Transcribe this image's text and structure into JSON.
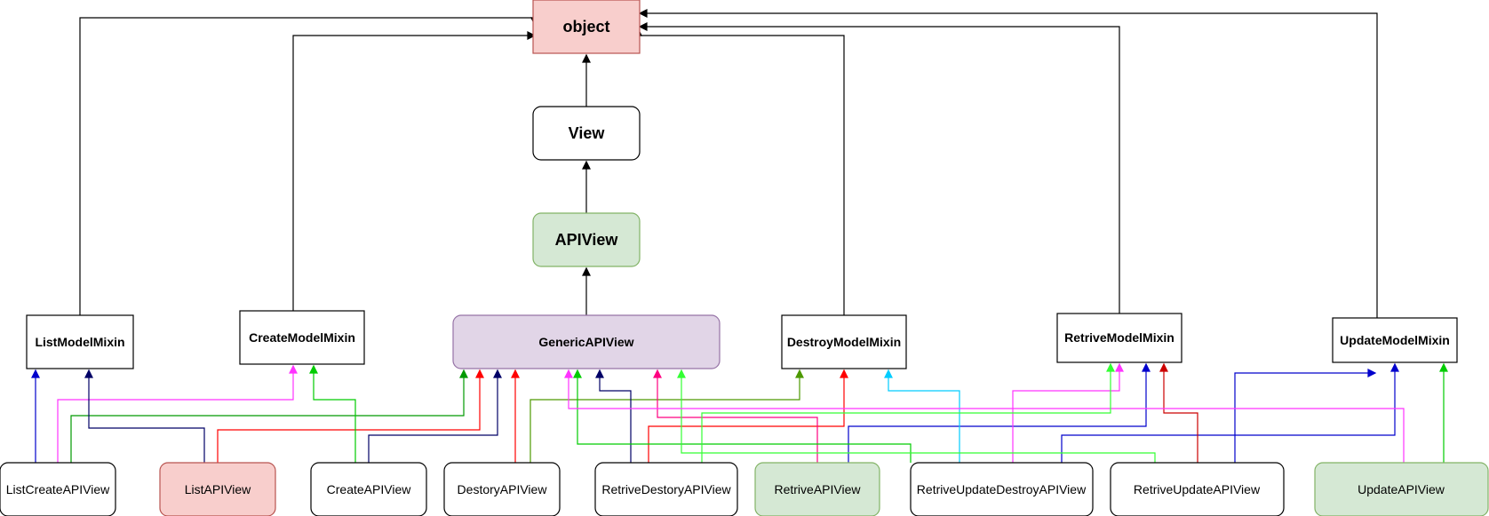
{
  "nodes": {
    "object": {
      "label": "object",
      "fill": "#f8cecc",
      "stroke": "#b85450"
    },
    "view": {
      "label": "View",
      "fill": "#ffffff",
      "stroke": "#000000"
    },
    "apiview": {
      "label": "APIView",
      "fill": "#d5e8d4",
      "stroke": "#82b366"
    },
    "genericapiview": {
      "label": "GenericAPIView",
      "fill": "#e1d5e7",
      "stroke": "#9673a6"
    },
    "listmodelmixin": {
      "label": "ListModelMixin",
      "fill": "#ffffff",
      "stroke": "#000000"
    },
    "createmodelmixin": {
      "label": "CreateModelMixin",
      "fill": "#ffffff",
      "stroke": "#000000"
    },
    "destroymodelmixin": {
      "label": "DestroyModelMixin",
      "fill": "#ffffff",
      "stroke": "#000000"
    },
    "retrivemodelmixin": {
      "label": "RetriveModelMixin",
      "fill": "#ffffff",
      "stroke": "#000000"
    },
    "updatemodelmixin": {
      "label": "UpdateModelMixin",
      "fill": "#ffffff",
      "stroke": "#000000"
    },
    "listcreateapiview": {
      "label": "ListCreateAPIView",
      "fill": "#ffffff",
      "stroke": "#000000"
    },
    "listapiview": {
      "label": "ListAPIView",
      "fill": "#f8cecc",
      "stroke": "#b85450"
    },
    "createapiview": {
      "label": "CreateAPIView",
      "fill": "#ffffff",
      "stroke": "#000000"
    },
    "destoryapiview": {
      "label": "DestoryAPIView",
      "fill": "#ffffff",
      "stroke": "#000000"
    },
    "retrivedestoryapiview": {
      "label": "RetriveDestoryAPIView",
      "fill": "#ffffff",
      "stroke": "#000000"
    },
    "retriveapiview": {
      "label": "RetriveAPIView",
      "fill": "#d5e8d4",
      "stroke": "#82b366"
    },
    "retriveupdatedestroyapiview": {
      "label": "RetriveUpdateDestroyAPIView",
      "fill": "#ffffff",
      "stroke": "#000000"
    },
    "retriveupdateapiview": {
      "label": "RetriveUpdateAPIView",
      "fill": "#ffffff",
      "stroke": "#000000"
    },
    "updateapiview": {
      "label": "UpdateAPIView",
      "fill": "#d5e8d4",
      "stroke": "#82b366"
    }
  },
  "edge_colors": {
    "black": "#000000",
    "blue": "#0000cc",
    "dark_blue": "#000066",
    "magenta": "#ff33ff",
    "pink": "#ff0080",
    "red": "#ff0000",
    "dark_red": "#cc0000",
    "green": "#00cc00",
    "dark_green": "#009900",
    "light_green": "#33ff33",
    "olive": "#4d9900",
    "cyan": "#00ccff"
  }
}
